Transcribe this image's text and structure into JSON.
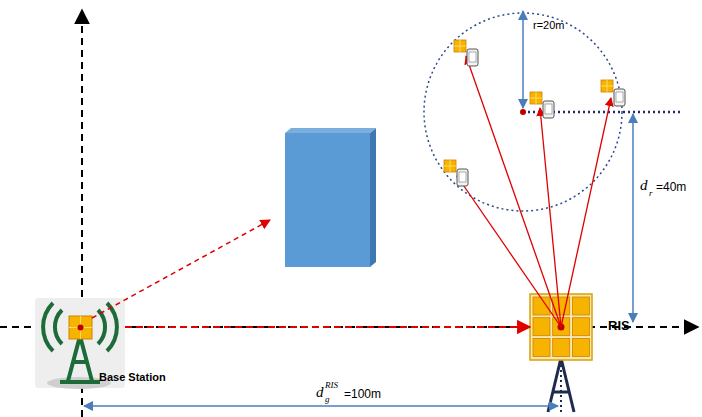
{
  "diagram": {
    "nodes": [
      {
        "text": [
          "Base Station"
        ]
      },
      {
        "text": [
          "RIS"
        ]
      }
    ],
    "edges": [
      {
        "from": 0,
        "to": 1,
        "arrow": "to"
      }
    ],
    "labels": [
      "r=20m",
      "d",
      "r",
      "=40m",
      "d",
      "RIS",
      "g",
      "=100m"
    ]
  }
}
